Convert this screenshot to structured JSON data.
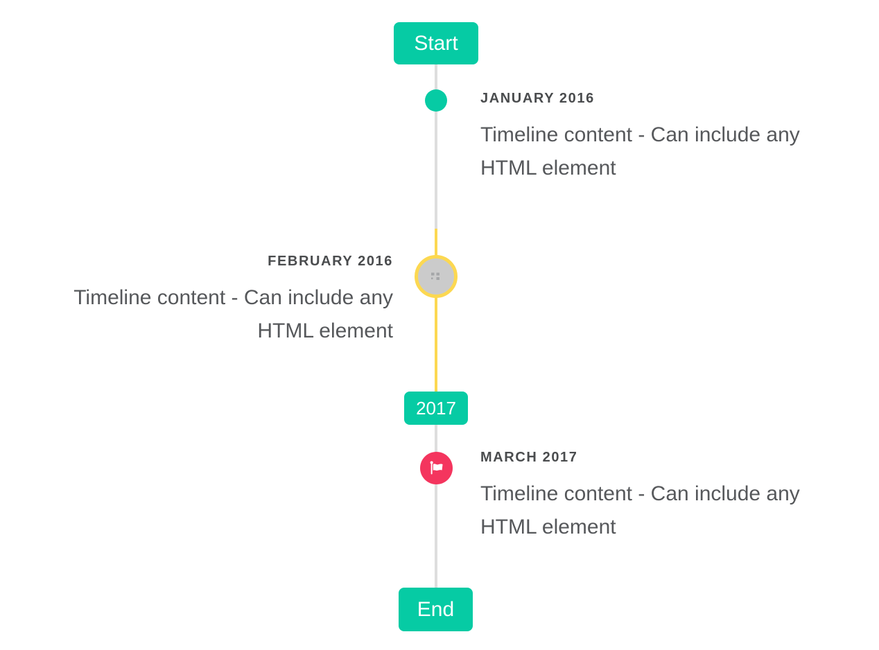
{
  "timeline": {
    "start_label": "Start",
    "year_badge_label": "2017",
    "end_label": "End",
    "items": [
      {
        "title": "JANUARY 2016",
        "content": "Timeline content - Can include any HTML element",
        "side": "right",
        "marker": "teal-dot"
      },
      {
        "title": "FEBRUARY 2016",
        "content": "Timeline content - Can include any HTML element",
        "side": "left",
        "marker": "image-circle-broken-image"
      },
      {
        "title": "MARCH 2017",
        "content": "Timeline content - Can include any HTML element",
        "side": "right",
        "marker": "flag-circle"
      }
    ],
    "icons": {
      "flag_marker": "flag-icon",
      "image_marker": "broken-image-icon"
    },
    "colors": {
      "accent_teal": "#06cba4",
      "line_gray": "#dddddd",
      "highlight_yellow": "#fcd851",
      "flag_red": "#f4355e",
      "image_circle_fill": "#cbcbcb",
      "title_text": "#4a4c4e",
      "body_text": "#56585b"
    }
  }
}
